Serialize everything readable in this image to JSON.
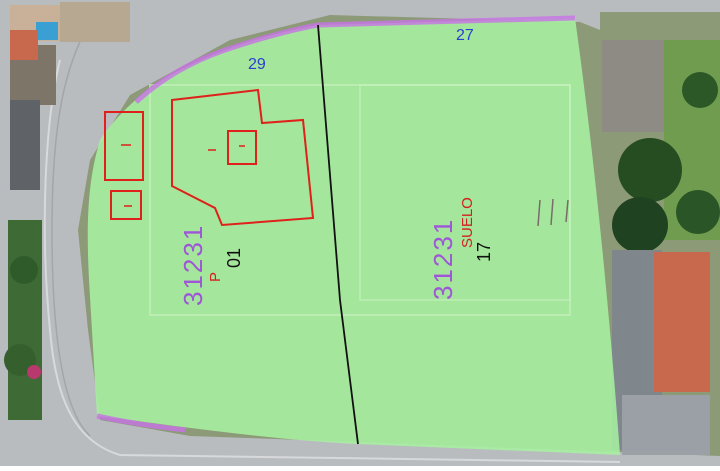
{
  "map": {
    "parcel_numbers": [
      "27",
      "29"
    ],
    "block_ids": [
      "31231",
      "31231"
    ],
    "subparcel_codes": [
      "01",
      "17"
    ],
    "land_labels": [
      "P",
      "SUELO"
    ],
    "colors": {
      "parcel_fill": "#a6f0a0",
      "boundary_line": "#000000",
      "building_outline": "#e0201a",
      "street_edge": "#c873e6",
      "parcel_number_text": "#2a3fd0",
      "block_id_text": "#a055d8",
      "code_text": "#111111",
      "land_label_text": "#d32020",
      "road": "#b9bcbf",
      "vegetation": "#3e6b35",
      "roof_tile": "#c8694d"
    }
  }
}
